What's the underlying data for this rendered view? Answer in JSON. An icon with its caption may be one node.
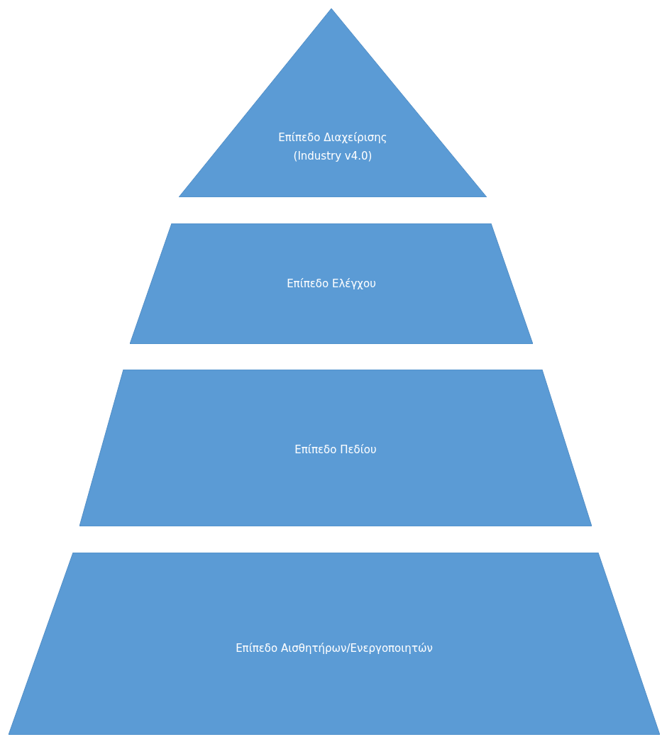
{
  "diagram": {
    "nodes": [
      {
        "text": [
          "Επίπεδο Διαχείρισης (Industry v4.0)"
        ]
      },
      {
        "text": [
          "Επίπεδο Ελέγχου"
        ]
      },
      {
        "text": [
          "Επίπεδο Πεδίου"
        ]
      },
      {
        "text": [
          "Επίπεδο Αισθητήρων/Ενεργοποιητών"
        ]
      }
    ]
  }
}
